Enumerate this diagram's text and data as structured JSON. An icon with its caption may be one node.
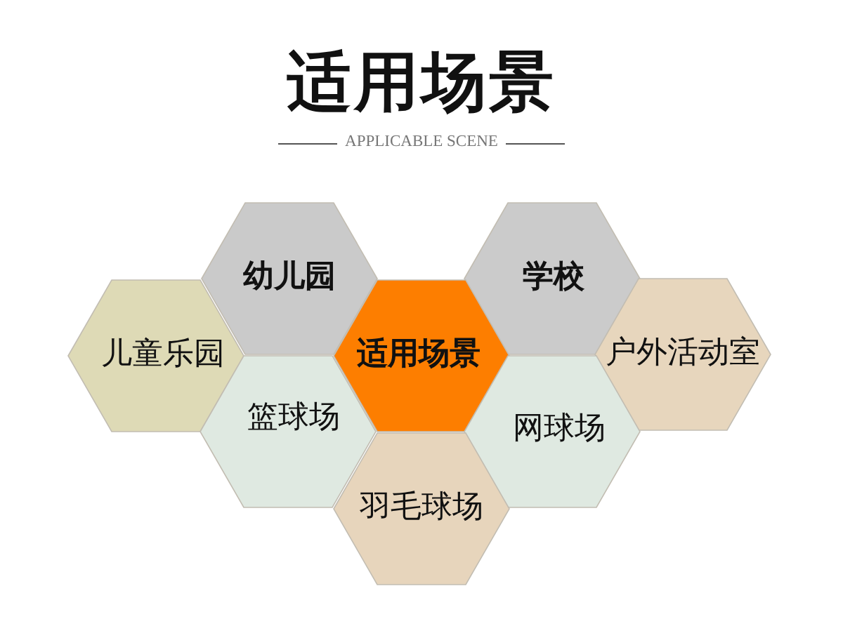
{
  "diagram": {
    "title": "适用场景",
    "nodes": [
      {
        "text": [
          "幼儿园"
        ]
      },
      {
        "text": [
          "学校"
        ]
      },
      {
        "text": [
          "儿童乐园"
        ]
      },
      {
        "text": [
          "适用场景"
        ]
      },
      {
        "text": [
          "户外活动室"
        ]
      },
      {
        "text": [
          "篮球场"
        ]
      },
      {
        "text": [
          "网球场"
        ]
      },
      {
        "text": [
          "羽毛球场"
        ]
      }
    ],
    "labels": [
      "APPLICABLE SCENE"
    ]
  }
}
